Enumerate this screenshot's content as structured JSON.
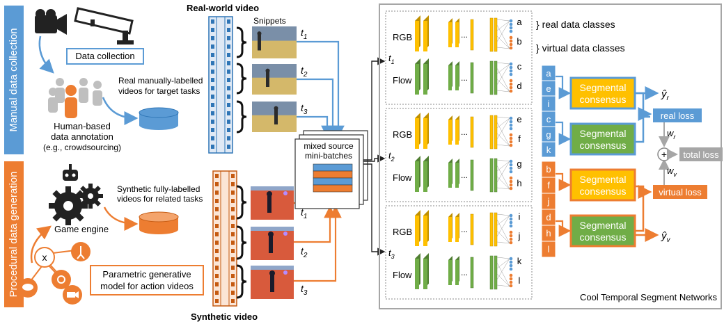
{
  "manual": {
    "side_label": "Manual data collection",
    "data_collection": "Data collection",
    "real_videos_line1": "Real manually-labelled",
    "real_videos_line2": "videos for target tasks",
    "human_line1": "Human-based",
    "human_line2": "data annotation",
    "human_line3": "(e.g., crowdsourcing)"
  },
  "procedural": {
    "side_label": "Procedural data generation",
    "synthetic_line1": "Synthetic fully-labelled",
    "synthetic_line2": "videos for related tasks",
    "game_engine": "Game engine",
    "x_node": "x",
    "param_line1": "Parametric generative",
    "param_line2": "model for action videos"
  },
  "videos": {
    "real_title": "Real-world video",
    "snippets": "Snippets",
    "synthetic_title": "Synthetic video",
    "t_labels": [
      "t",
      "t",
      "t"
    ],
    "t_subs": [
      "1",
      "2",
      "3"
    ]
  },
  "minibatch": {
    "line1": "mixed source",
    "line2": "mini-batches"
  },
  "network": {
    "rgb_label": "RGB",
    "flow_label": "Flow",
    "dots": "...",
    "block_labels": [
      "t",
      "t",
      "t"
    ],
    "block_subs": [
      "1",
      "2",
      "3"
    ],
    "outputs": [
      [
        "a",
        "b",
        "c",
        "d"
      ],
      [
        "e",
        "f",
        "g",
        "h"
      ],
      [
        "i",
        "j",
        "k",
        "l"
      ]
    ],
    "real_classes": "} real data classes",
    "virtual_classes": "} virtual data classes",
    "caption": "Cool Temporal Segment Networks"
  },
  "consensus": {
    "real_column": [
      "a",
      "e",
      "i",
      "c",
      "g",
      "k"
    ],
    "virtual_column": [
      "b",
      "f",
      "j",
      "d",
      "h",
      "l"
    ],
    "line1": "Segmental",
    "line2": "consensus",
    "y_hat": "ŷ",
    "sub_r": "r",
    "sub_v": "v",
    "real_loss": "real loss",
    "virtual_loss": "virtual loss",
    "total_loss": "total loss",
    "w": "w",
    "plus": "+"
  },
  "colors": {
    "blue": "#5b9bd5",
    "blue_dark": "#2e75b6",
    "orange": "#ed7d31",
    "yellow": "#ffc000",
    "green": "#70ad47",
    "gray": "#a6a6a6"
  }
}
